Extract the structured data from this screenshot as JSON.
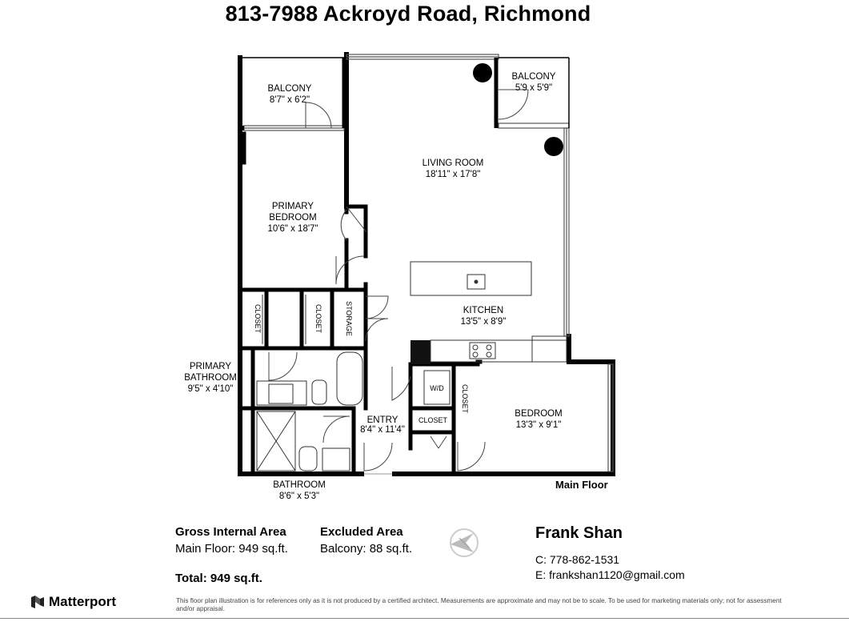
{
  "title": "813-7988 Ackroyd Road, Richmond",
  "rooms": {
    "balcony_left": {
      "name": "BALCONY",
      "dims": "8'7\" x 6'2\""
    },
    "balcony_right": {
      "name": "BALCONY",
      "dims": "5'9 x 5'9\""
    },
    "living_room": {
      "name": "LIVING ROOM",
      "dims": "18'11\" x 17'8\""
    },
    "primary_bedroom": {
      "name_line1": "PRIMARY",
      "name_line2": "BEDROOM",
      "dims": "10'6\" x 18'7\""
    },
    "kitchen": {
      "name": "KITCHEN",
      "dims": "13'5\" x 8'9\""
    },
    "primary_bathroom": {
      "name_line1": "PRIMARY",
      "name_line2": "BATHROOM",
      "dims": "9'5\" x 4'10\""
    },
    "entry": {
      "name": "ENTRY",
      "dims": "8'4\" x 11'4\""
    },
    "bedroom": {
      "name": "BEDROOM",
      "dims": "13'3\" x 9'1\""
    },
    "bathroom": {
      "name": "BATHROOM",
      "dims": "8'6\" x 5'3\""
    },
    "closet_1": {
      "name": "CLOSET"
    },
    "closet_2": {
      "name": "CLOSET"
    },
    "storage": {
      "name": "STORAGE"
    },
    "wd": {
      "name": "W/D"
    },
    "closet_3": {
      "name": "CLOSET"
    },
    "closet_4": {
      "name": "CLOSET"
    }
  },
  "floor_label": "Main Floor",
  "areas": {
    "gross_heading": "Gross Internal Area",
    "gross_line": "Main Floor: 949 sq.ft.",
    "excluded_heading": "Excluded Area",
    "excluded_line": "Balcony: 88 sq.ft.",
    "total": "Total: 949 sq.ft."
  },
  "agent": {
    "name": "Frank Shan",
    "phone": "C: 778-862-1531",
    "email": "E: frankshan1120@gmail.com"
  },
  "brand": {
    "name": "Matterport",
    "icon": "matterport-logo-icon"
  },
  "compass_icon": "compass-icon",
  "disclaimer": "This floor plan illustration is for references only as it is not produced by a certified architect. Measurements are approximate and may not be to scale. To be used for marketing materials only; not for assessment and/or appraisal."
}
